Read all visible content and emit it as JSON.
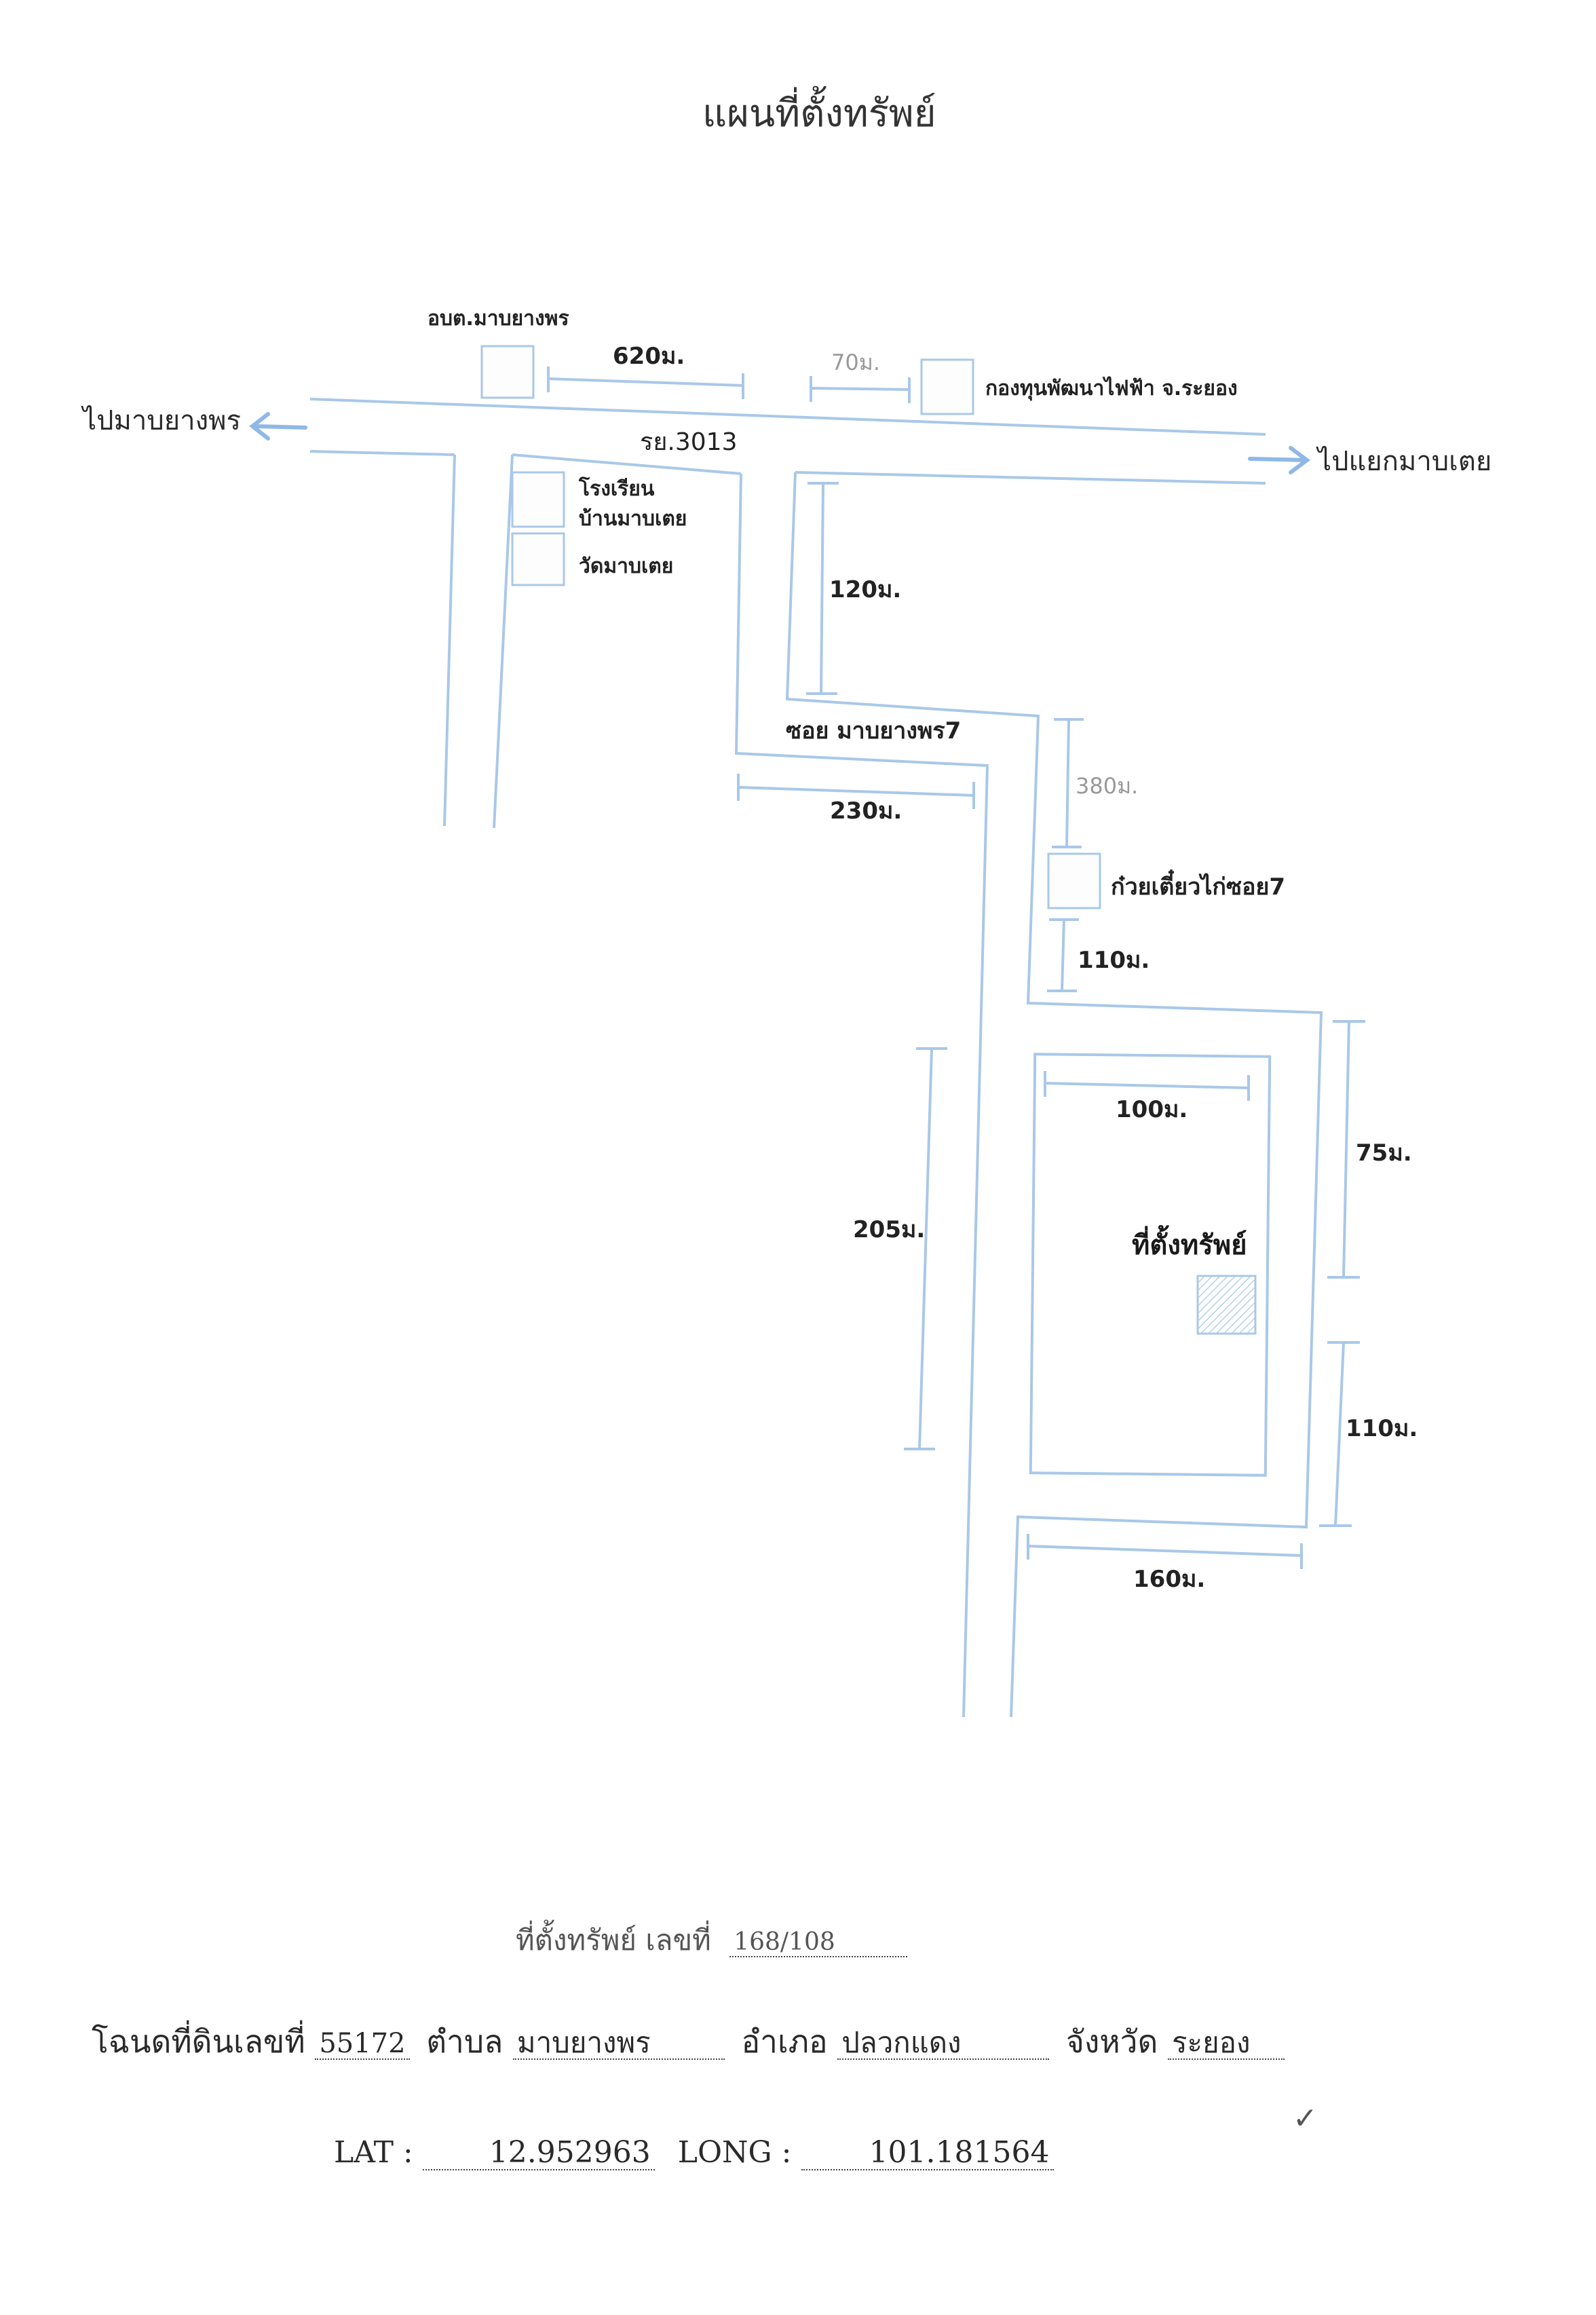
{
  "map": {
    "title": "แผนที่ตั้งทรัพย์",
    "destinations": {
      "west": "ไปมาบยางพร",
      "east": "ไปแยกมาบเตย"
    },
    "roads": {
      "main": "รย.3013",
      "soi": "ซอย มาบยางพร7"
    },
    "landmarks": {
      "obt": "อบต.มาบยางพร",
      "fund": "กองทุนพัฒนาไฟฟ้า จ.ระยอง",
      "school_line1": "โรงเรียน",
      "school_line2": "บ้านมาบเตย",
      "temple": "วัดมาบเตย",
      "noodle": "ก๋วยเตี๋ยวไก่ซอย7",
      "property": "ที่ตั้งทรัพย์"
    },
    "distances": {
      "d620": "620ม.",
      "d70": "70ม.",
      "d120": "120ม.",
      "d230": "230ม.",
      "d380": "380ม.",
      "d110a": "110ม.",
      "d100": "100ม.",
      "d75": "75ม.",
      "d205": "205ม.",
      "d110b": "110ม.",
      "d160": "160ม."
    },
    "colors": {
      "road": "#a9c8e8",
      "arrow": "#8fb8e6",
      "hatch": "#b5d2ea"
    }
  },
  "footer": {
    "address_label": "ที่ตั้งทรัพย์ เลขที่",
    "address_value": "168/108",
    "deed_label": "โฉนดที่ดินเลขที่",
    "deed_value": "55172",
    "subdistrict_label": "ตำบล",
    "subdistrict_value": "มาบยางพร",
    "district_label": "อำเภอ",
    "district_value": "ปลวกแดง",
    "province_label": "จังหวัด",
    "province_value": "ระยอง",
    "lat_label": "LAT :",
    "lat_value": "12.952963",
    "long_label": "LONG :",
    "long_value": "101.181564",
    "check_mark": "✓"
  }
}
